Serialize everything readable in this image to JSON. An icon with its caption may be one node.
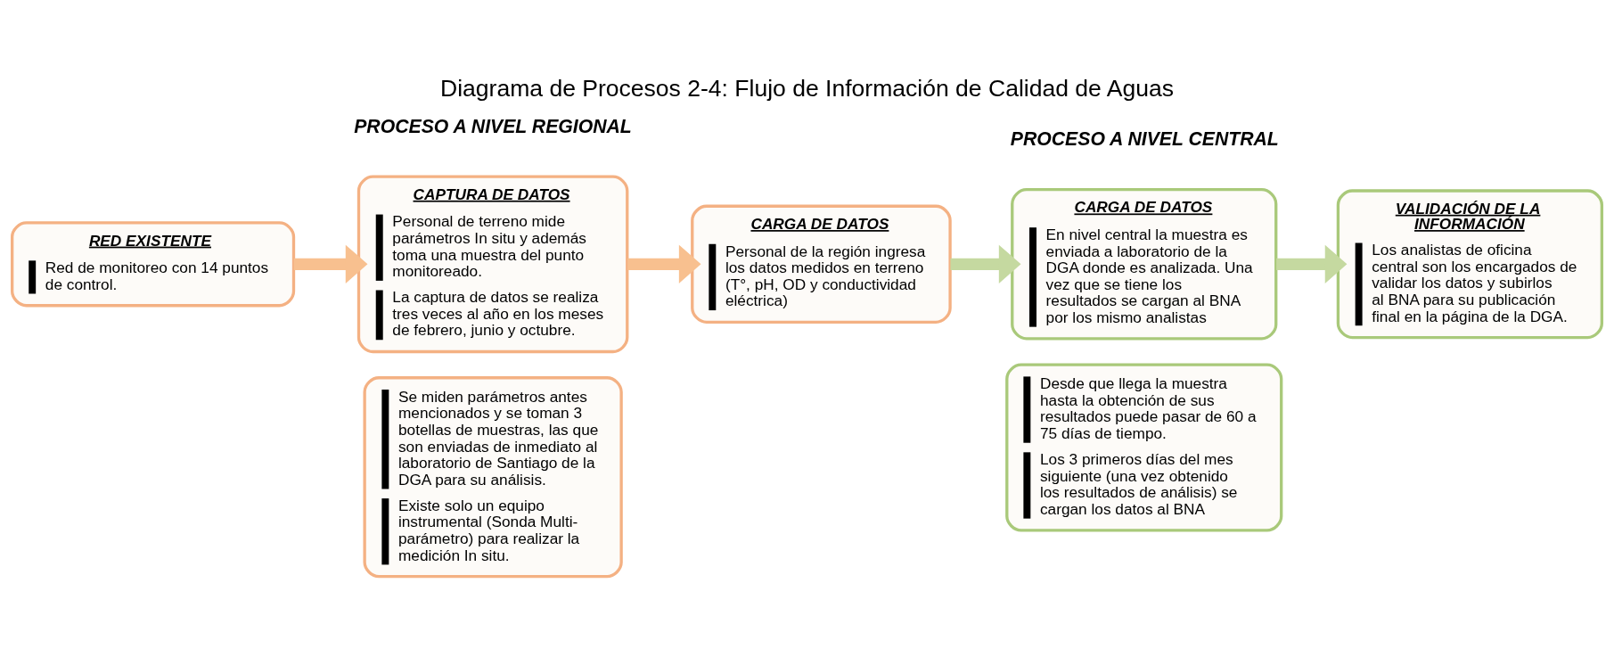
{
  "diagram": {
    "title": "Diagrama de Procesos 2-4: Flujo de Información de Calidad de Aguas",
    "nodes": [
      {
        "text": [
          "RED EXISTENTE",
          "Red de monitoreo con 14 puntos de control."
        ]
      },
      {
        "text": [
          "CAPTURA DE DATOS",
          "Personal de terreno mide parámetros In situ y además toma una muestra del punto monitoreado.",
          "La captura de datos se realiza tres veces al año en los meses de febrero, junio y octubre."
        ]
      },
      {
        "text": [
          "CARGA DE DATOS",
          "Personal de la región ingresa los datos medidos en terreno (T°, pH, OD y conductividad eléctrica)"
        ]
      },
      {
        "text": [
          "CARGA DE DATOS",
          "En nivel central la muestra es enviada a laboratorio de la DGA donde es analizada. Una vez que se tiene los resultados se cargan al BNA por los mismo analistas"
        ]
      },
      {
        "text": [
          "VALIDACIÓN DE LA INFORMACIÓN",
          "Los analistas de oficina central son los encargados de validar los datos y subirlos al BNA para su publicación final en la página de la DGA."
        ]
      },
      {
        "text": [
          "Se miden parámetros antes mencionados y se toman 3 botellas de muestras, las que son enviadas de inmediato al laboratorio de Santiago de la DGA para su análisis.",
          "Existe solo un equipo instrumental (Sonda Multi-parámetro) para realizar la medición In situ."
        ]
      },
      {
        "text": [
          "Desde que llega la muestra hasta la obtención de sus resultados puede pasar de 60 a 75 días de tiempo.",
          "Los 3 primeros días del mes siguiente (una vez obtenido los resultados de análisis) se cargan los datos al BNA"
        ]
      }
    ],
    "edges": [
      {
        "from": 0,
        "to": 1,
        "arrow": "to",
        "color": "#f8c08f"
      },
      {
        "from": 1,
        "to": 2,
        "arrow": "to",
        "color": "#f8c08f"
      },
      {
        "from": 2,
        "to": 3,
        "arrow": "to",
        "color": "#c5d9a0"
      },
      {
        "from": 3,
        "to": 4,
        "arrow": "to",
        "color": "#c5d9a0"
      }
    ],
    "labels": [
      "PROCESO A NIVEL REGIONAL",
      "PROCESO A NIVEL CENTRAL"
    ]
  }
}
